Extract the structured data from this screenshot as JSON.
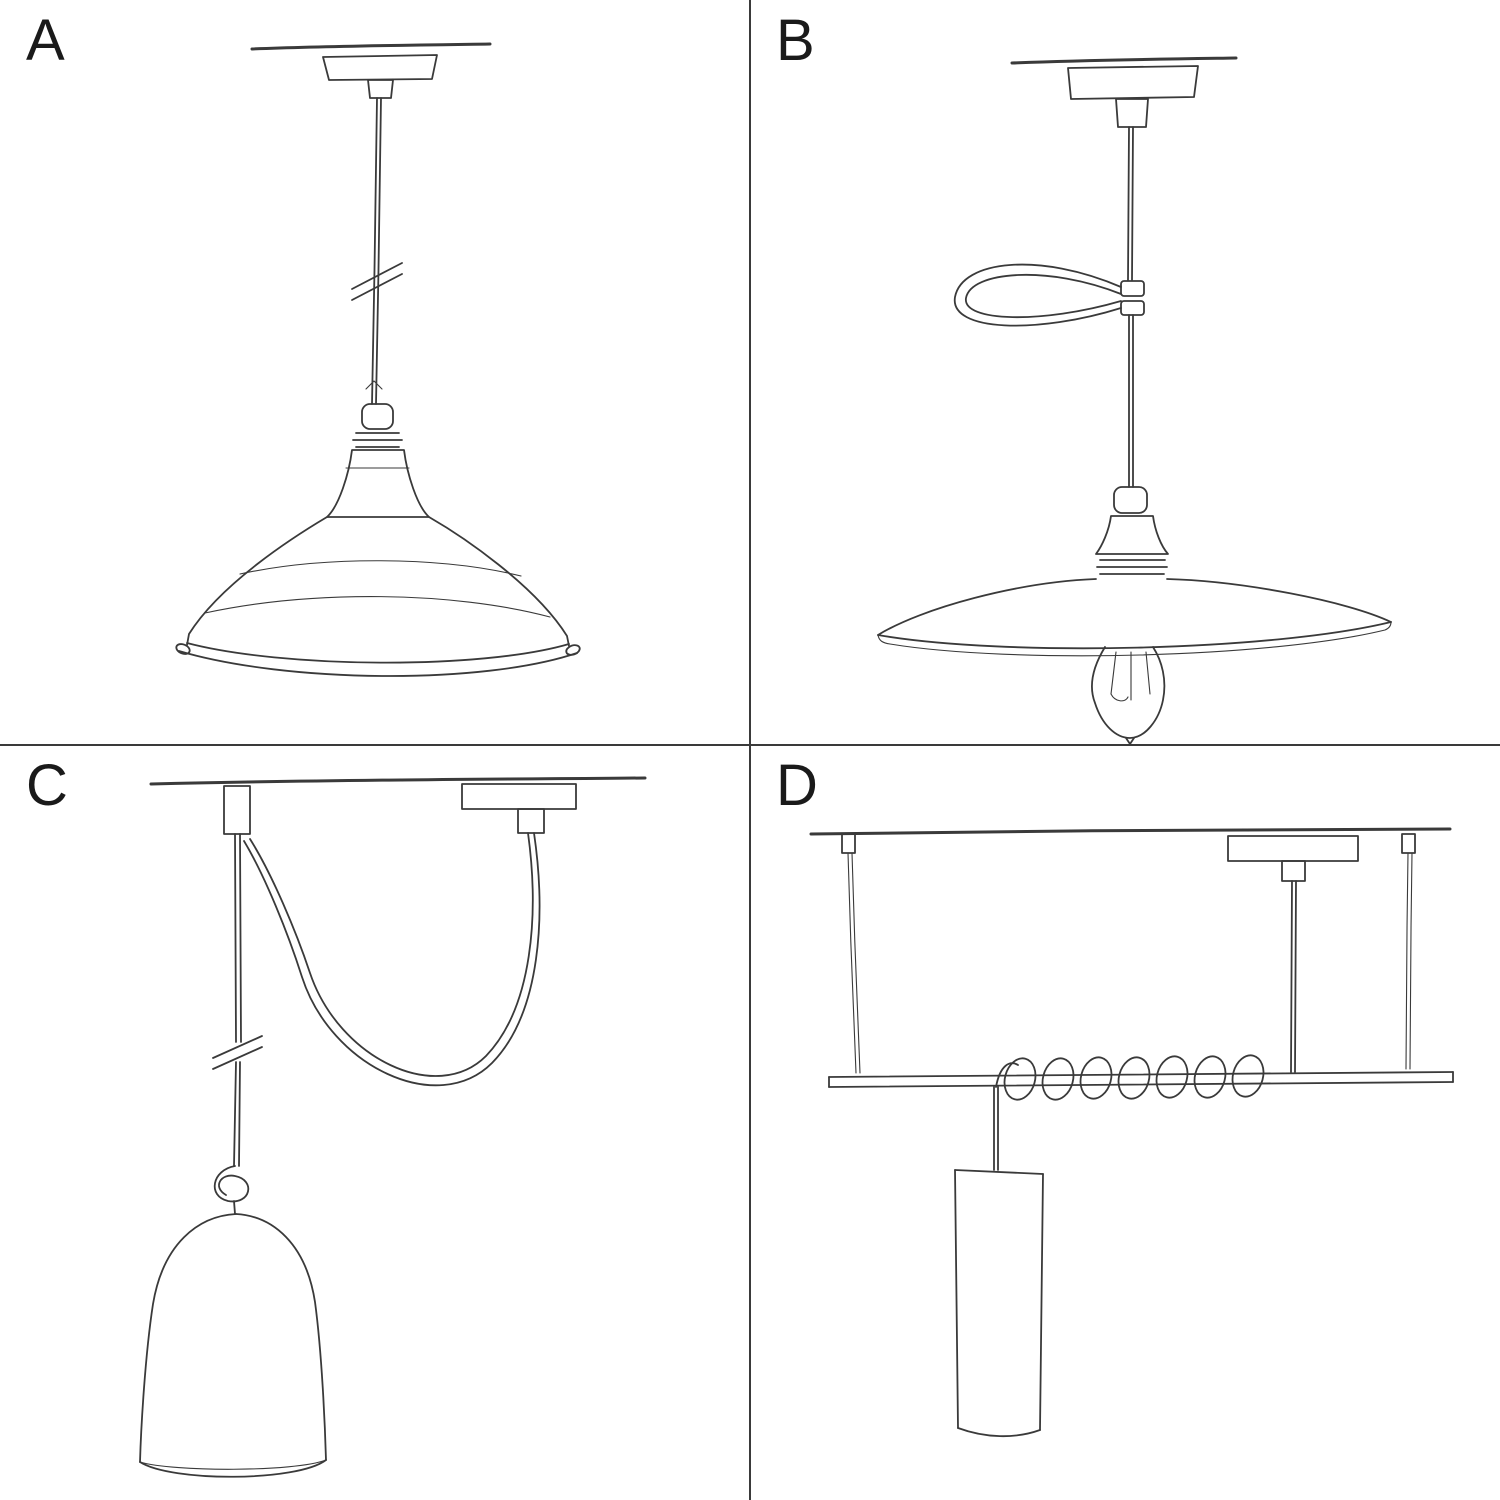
{
  "page": {
    "background": "#ffffff",
    "ink_color": "#3a3a3a",
    "label_color": "#1a1a1a",
    "divider_color": "#3a3a3a"
  },
  "panels": [
    {
      "label": "A",
      "illustration": "sketch-pendant-cable-bistro-shade"
    },
    {
      "label": "B",
      "illustration": "sketch-pendant-swag-clip-flat-shade-edison-bulb"
    },
    {
      "label": "C",
      "illustration": "sketch-pendant-ceiling-hook-knot-bell-shade"
    },
    {
      "label": "D",
      "illustration": "sketch-pendant-suspended-bar-coiled-cable-tube-shade"
    }
  ]
}
